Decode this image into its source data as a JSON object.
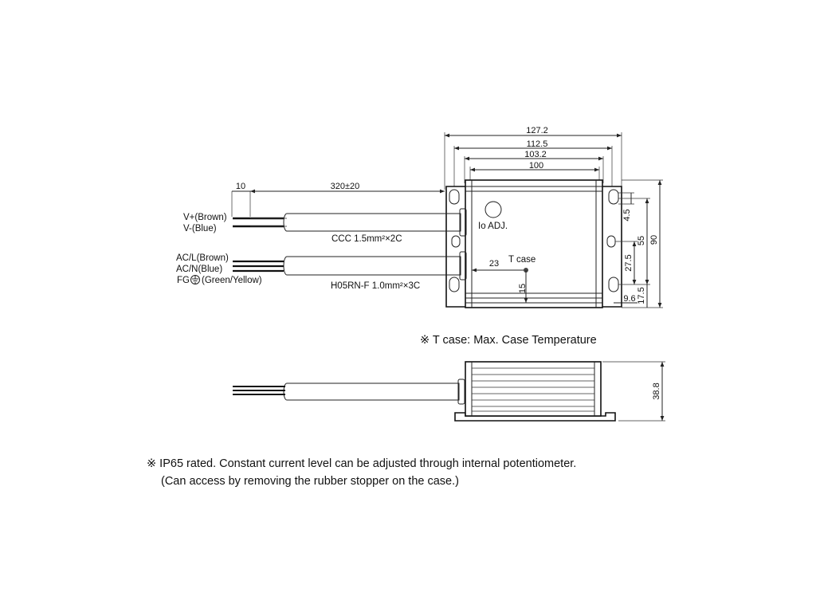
{
  "dimensions": {
    "overall_length": "127.2",
    "flange_length": "112.5",
    "case_length": "103.2",
    "mount_hole_spacing": "100",
    "wire_strip": "10",
    "cable_length": "320±20",
    "tcase_x": "23",
    "tcase_y": "15",
    "slot_width": "4.5",
    "hole_spacing_v": "55",
    "hole_to_center": "27.5",
    "overall_width": "90",
    "hole_to_bottom": "17.5",
    "hole_to_edge": "9.6",
    "height": "38.8"
  },
  "labels": {
    "output_pos": "V+(Brown)",
    "output_neg": "V-(Blue)",
    "input_l": "AC/L(Brown)",
    "input_n": "AC/N(Blue)",
    "input_fg": "FG",
    "input_fg_color": "(Green/Yellow)",
    "output_cable": "CCC 1.5mm²×2C",
    "input_cable": "H05RN-F 1.0mm²×3C",
    "io_adj": "Io ADJ.",
    "tcase": "T case"
  },
  "notes": {
    "tcase_note": "※ T case: Max. Case Temperature",
    "ip_note_line1": "※ IP65 rated. Constant current level can be adjusted through internal potentiometer.",
    "ip_note_line2": "(Can access by removing the rubber stopper on the case.)"
  },
  "colors": {
    "line": "#222222",
    "background": "#ffffff"
  }
}
